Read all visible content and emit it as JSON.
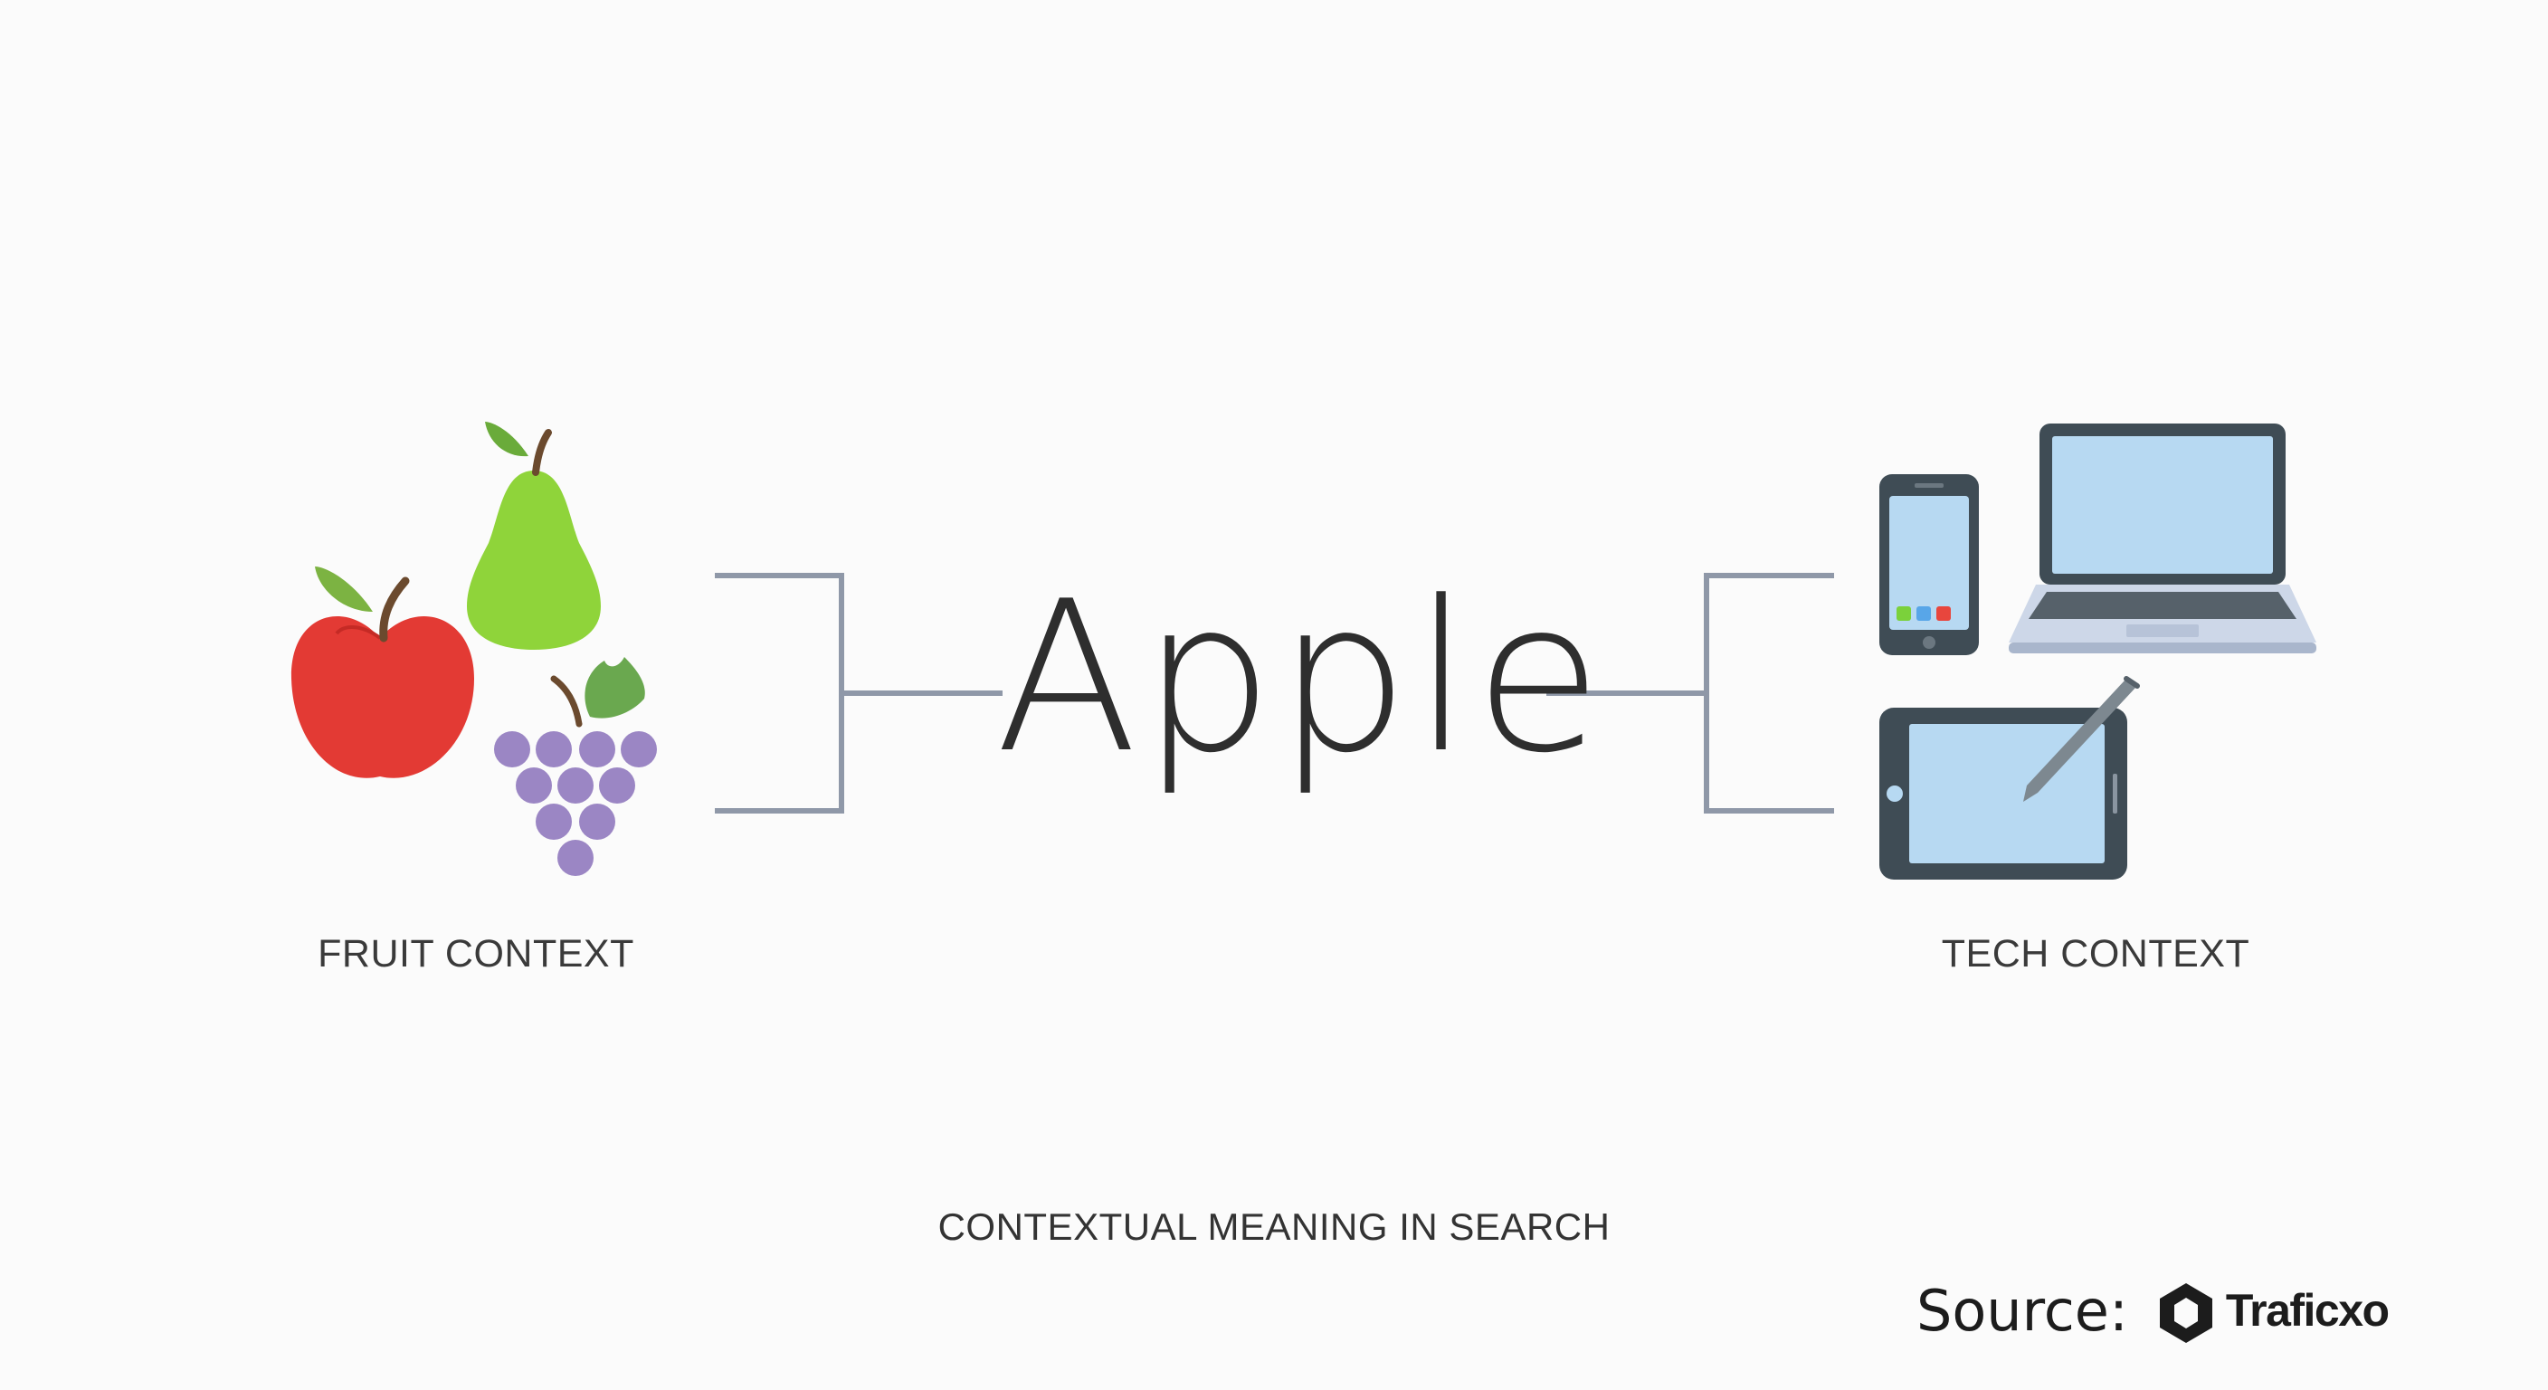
{
  "diagram": {
    "center_term": "Apple",
    "fruit_context_label": "FRUIT CONTEXT",
    "tech_context_label": "TECH CONTEXT",
    "caption": "CONTEXTUAL MEANING IN SEARCH",
    "fruit_icons": [
      "apple-icon",
      "pear-icon",
      "grapes-icon"
    ],
    "tech_icons": [
      "smartphone-icon",
      "laptop-icon",
      "tablet-stylus-icon"
    ],
    "colors": {
      "connector": "#8f98a8",
      "text": "#2e2e2e",
      "apple_red": "#e33a34",
      "pear_green": "#8fd43a",
      "grape_purple": "#9b86c4",
      "device_frame": "#3f4c55",
      "device_screen": "#b7d9f2"
    }
  },
  "attribution": {
    "source_label": "Source:",
    "brand_name": "Traficxo",
    "brand_logo": "traficxo-hexagon-logo"
  }
}
